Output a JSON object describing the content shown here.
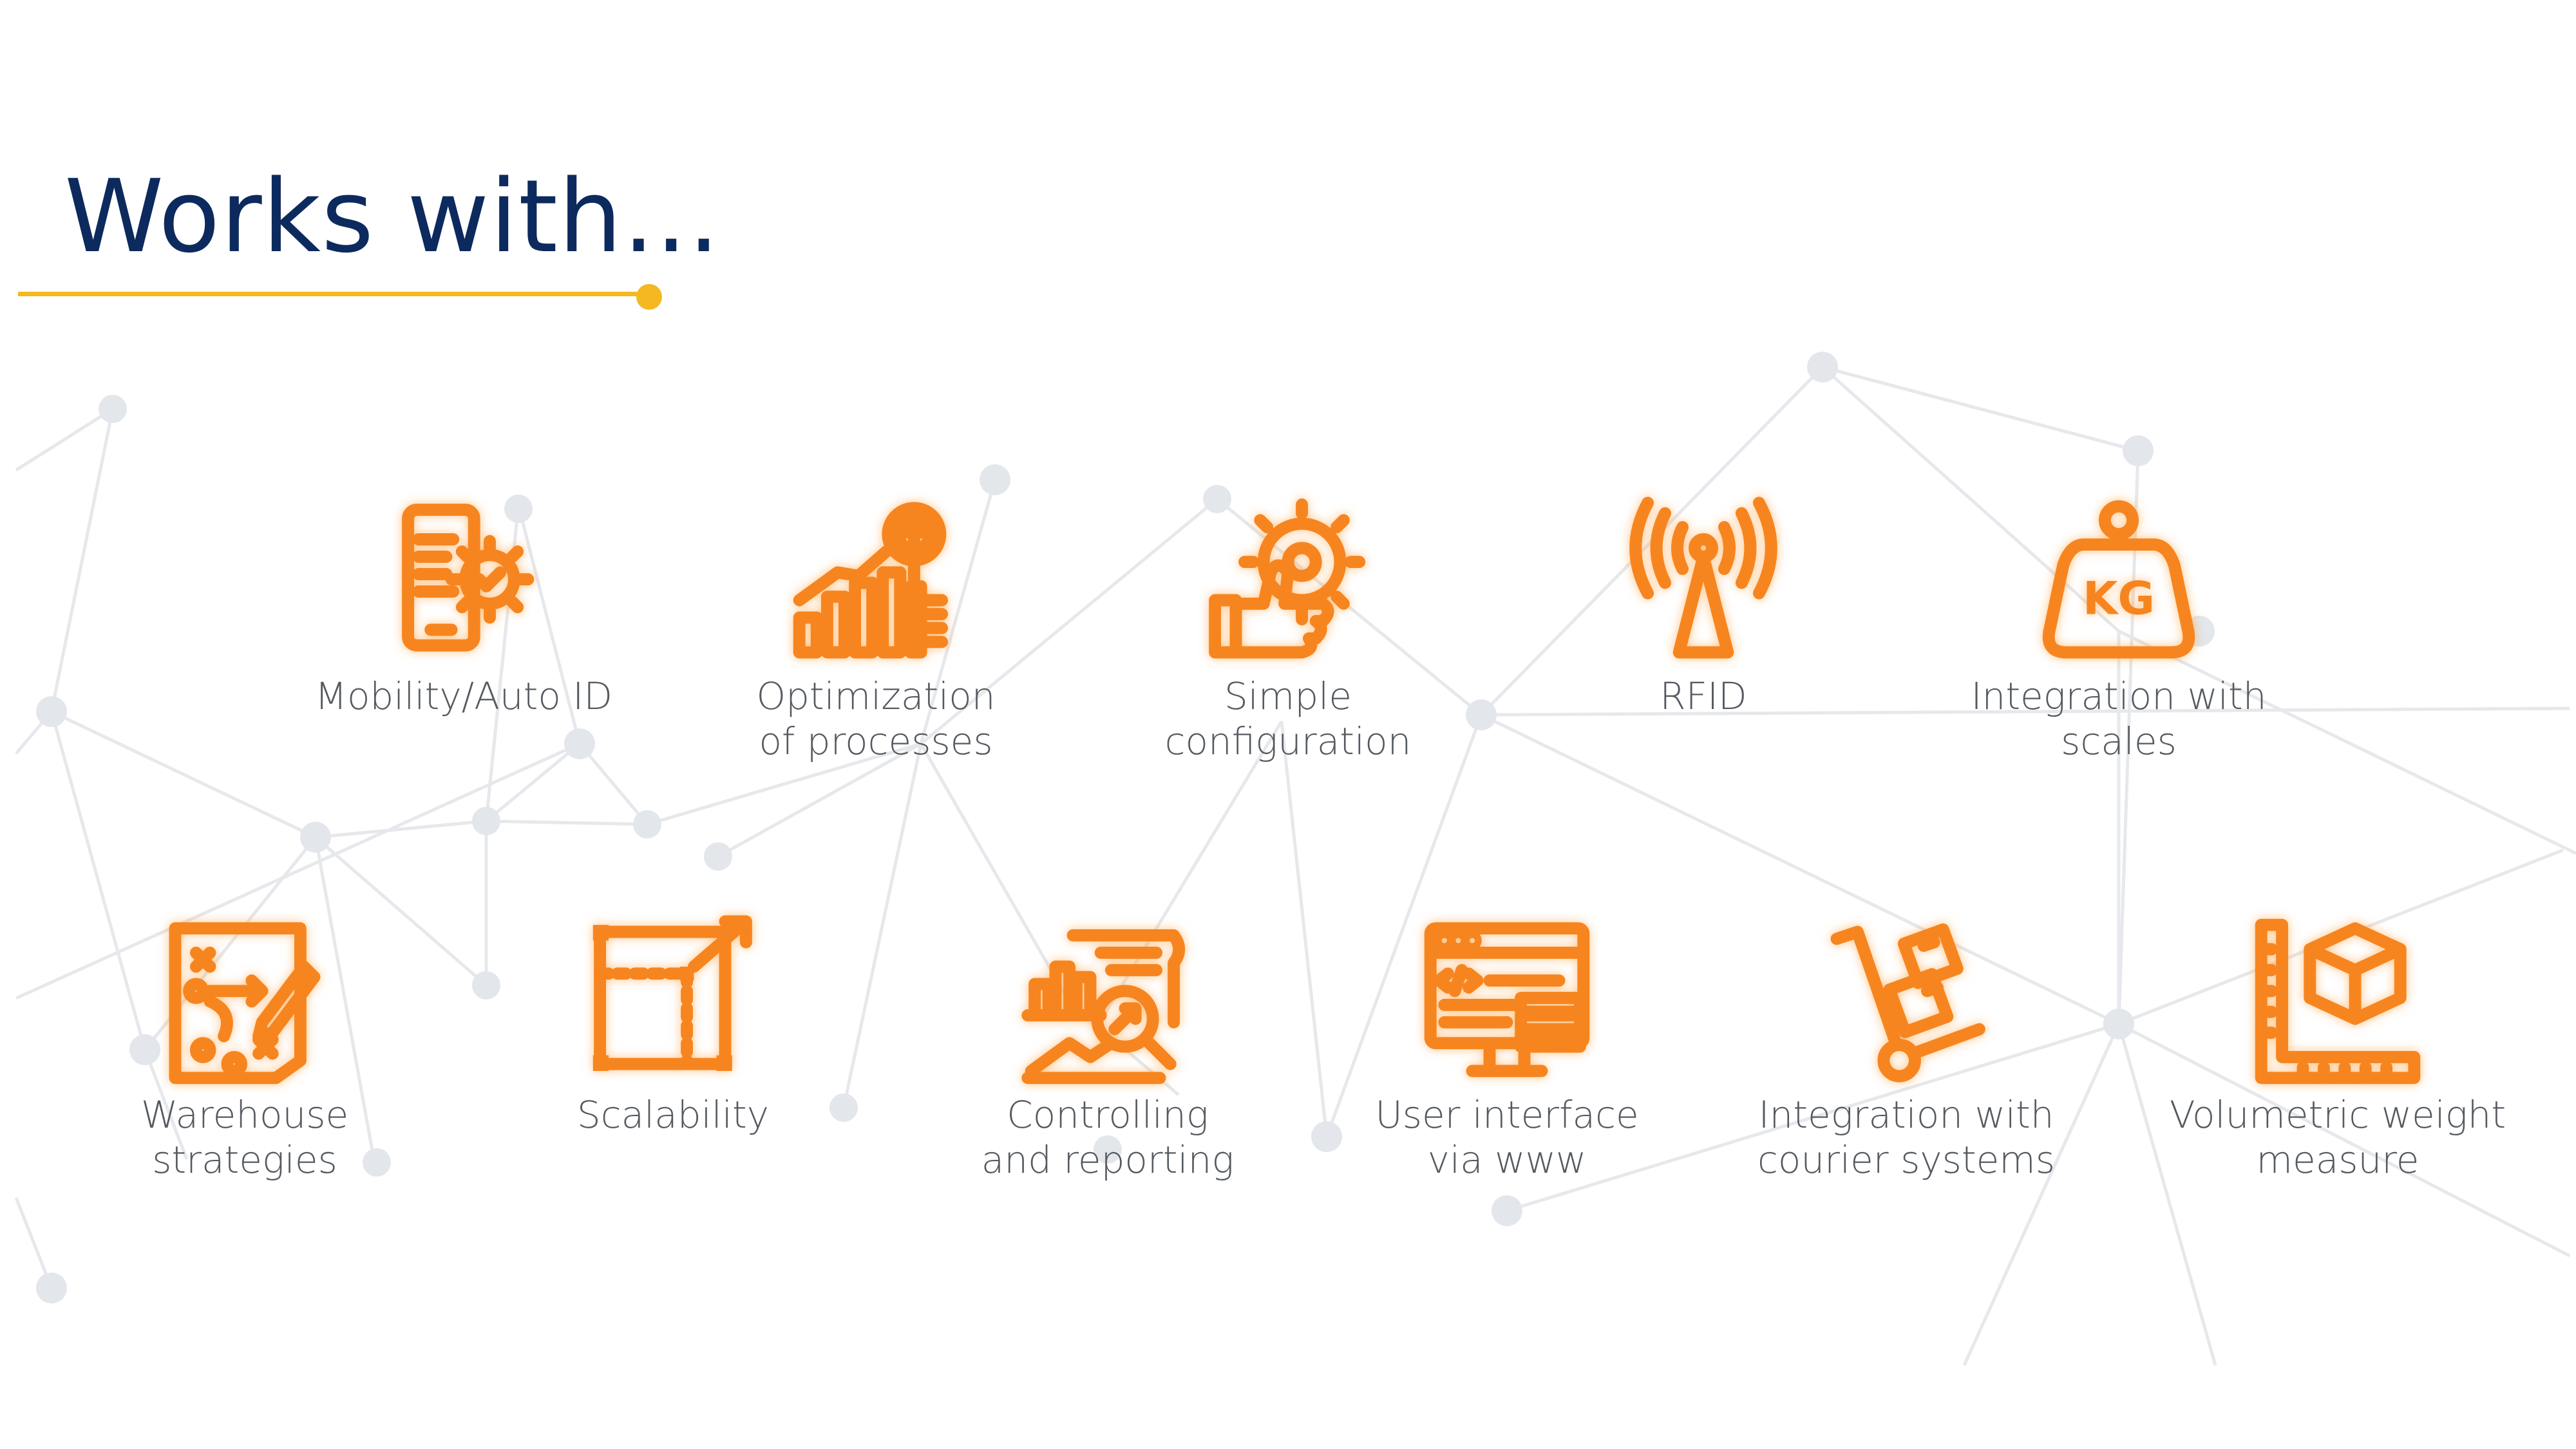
{
  "title": "Works with...",
  "accent_color": "#f7851f",
  "title_color": "#0d2a5e",
  "underline_color": "#f5b820",
  "features": [
    {
      "label": "Mobility/Auto ID",
      "icon": "mobile-gear-icon"
    },
    {
      "label": "Optimization\nof processes",
      "icon": "chart-magnifier-icon"
    },
    {
      "label": "Simple\nconfiguration",
      "icon": "thumbs-up-gear-icon"
    },
    {
      "label": "RFID",
      "icon": "antenna-icon"
    },
    {
      "label": "Integration with\nscales",
      "icon": "kg-weight-icon"
    },
    {
      "label": "Warehouse\nstrategies",
      "icon": "strategy-board-icon"
    },
    {
      "label": "Scalability",
      "icon": "scale-frame-icon"
    },
    {
      "label": "Controlling\nand reporting",
      "icon": "report-analytics-icon"
    },
    {
      "label": "User interface\nvia www",
      "icon": "web-code-monitor-icon"
    },
    {
      "label": "Integration with\ncourier systems",
      "icon": "hand-truck-icon"
    },
    {
      "label": "Volumetric weight\nmeasure",
      "icon": "box-ruler-icon"
    }
  ]
}
